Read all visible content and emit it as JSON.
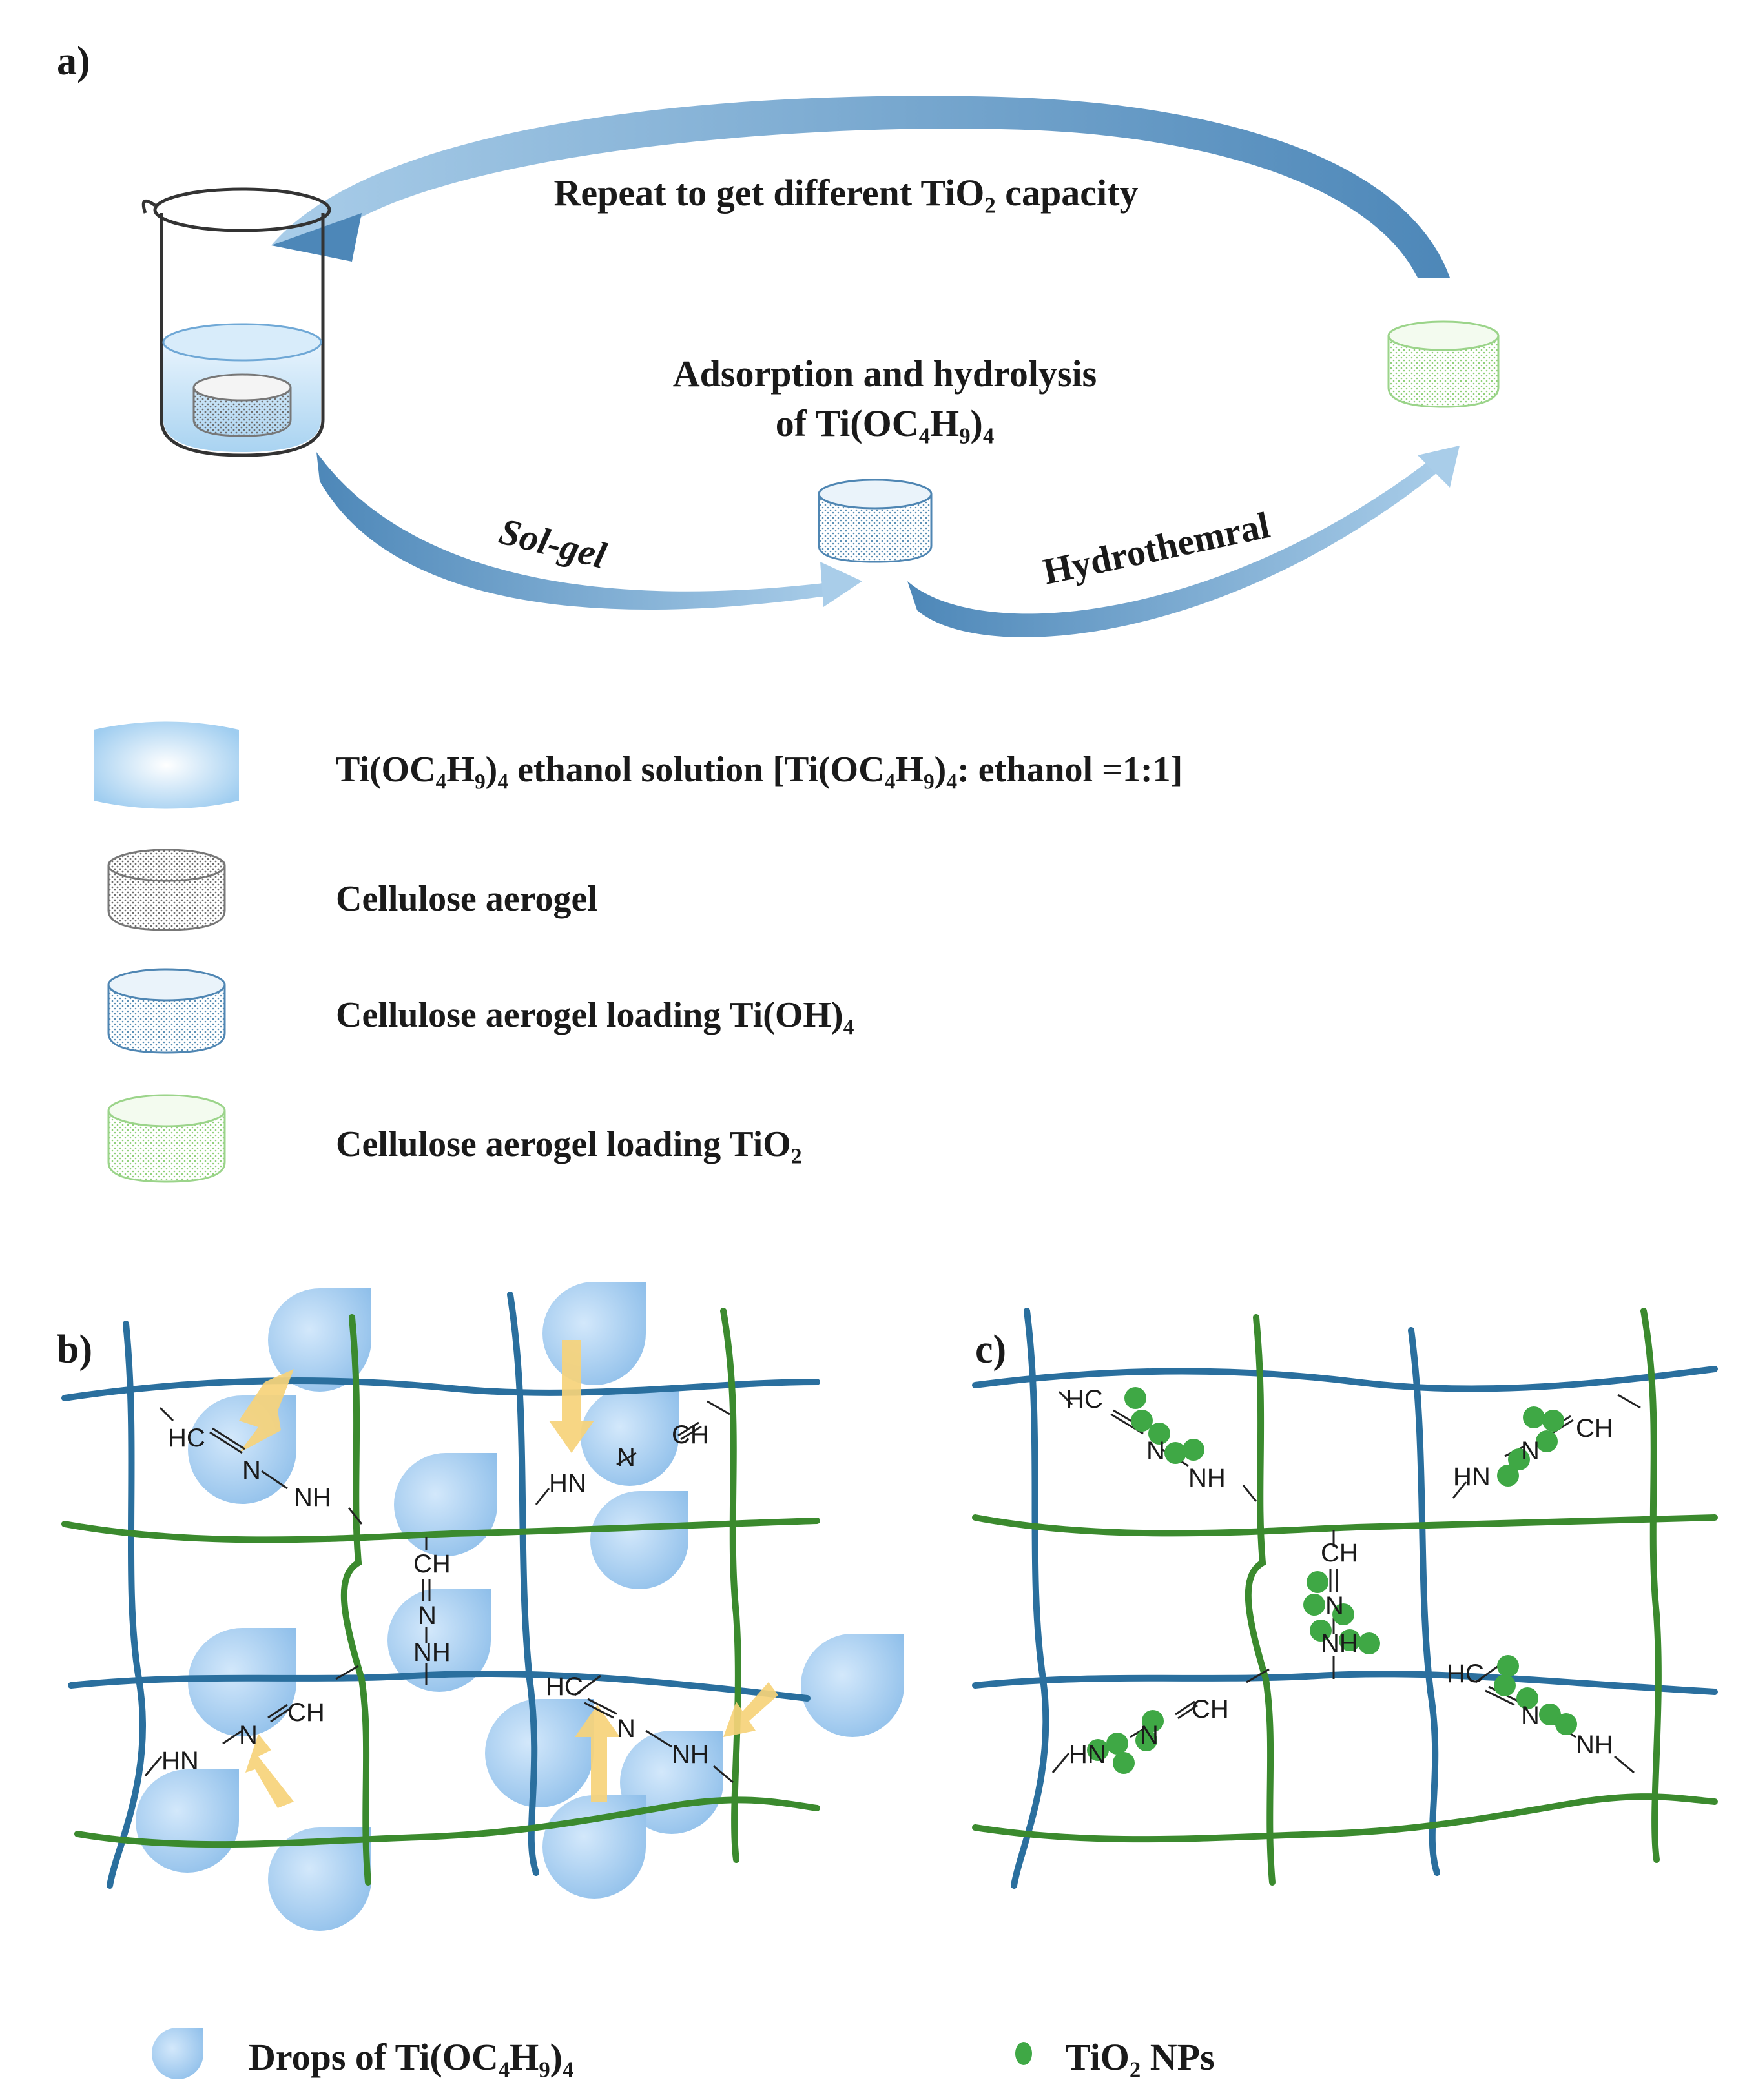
{
  "panel_a": {
    "label": "a)",
    "repeat_text": "Repeat to get different TiO₂ capacity",
    "adsorption_line1": "Adsorption and hydrolysis",
    "adsorption_line2": "of Ti(OC₄H₉)₄",
    "solgel": "Sol-gel",
    "hydrothermal": "Hydrothemral"
  },
  "legend_a": {
    "items": [
      {
        "label": "Ti(OC₄H₉)₄ ethanol solution [Ti(OC₄H₉)₄:  ethanol =1:1]"
      },
      {
        "label": "Cellulose aerogel"
      },
      {
        "label": "Cellulose aerogel loading Ti(OH)₄"
      },
      {
        "label": "Cellulose aerogel loading TiO₂"
      }
    ]
  },
  "panel_b": {
    "label": "b)"
  },
  "panel_c": {
    "label": "c)"
  },
  "chem": {
    "hc": "HC",
    "ch": "CH",
    "n": "N",
    "nh": "NH",
    "hn": "HN"
  },
  "legend_bottom": {
    "drops": "Drops of Ti(OC₄H₉)₄",
    "nps": "TiO₂ NPs"
  },
  "colors": {
    "blue_fiber": "#2a6f9e",
    "green_fiber": "#3b8a2e",
    "drop": "#a9d0f2",
    "arrow": "#6a9ec7",
    "yellow_arrow": "#f6d27a",
    "np": "#3fa845"
  }
}
